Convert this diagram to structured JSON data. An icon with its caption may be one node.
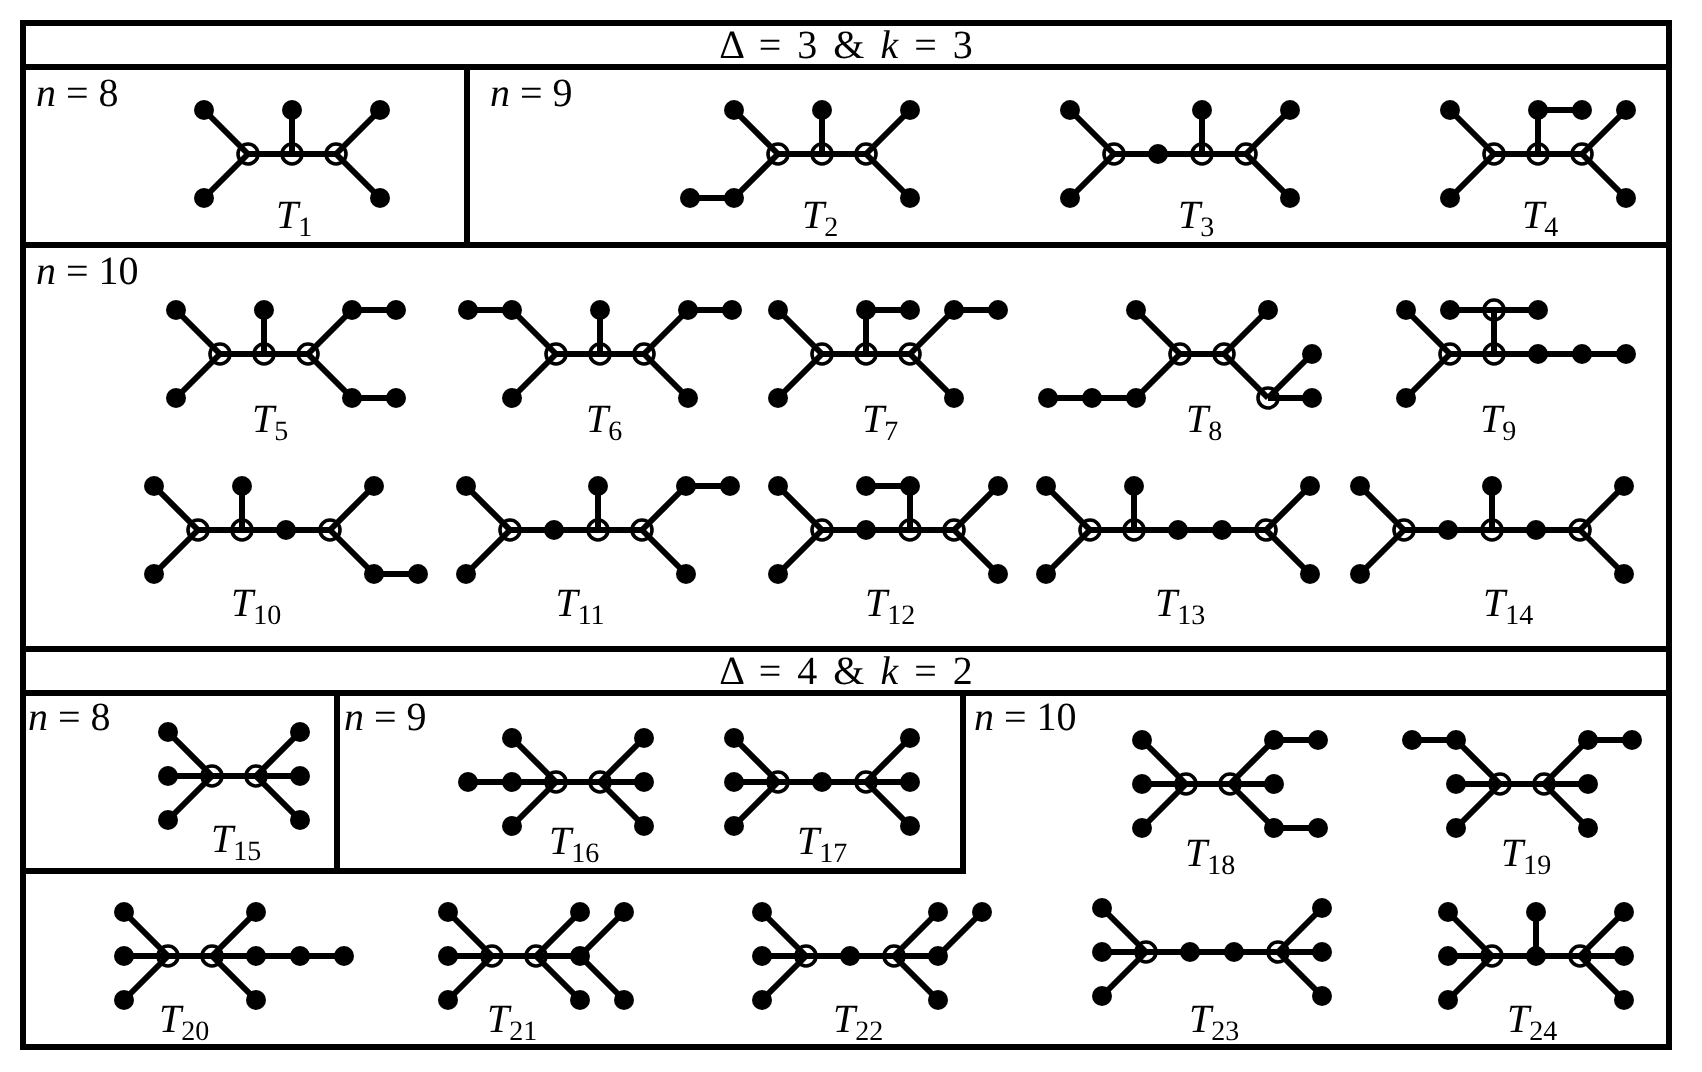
{
  "diagram": {
    "nodes": [
      {
        "text": [
          "Δ = 3 & *k* = 3"
        ]
      },
      {
        "text": [
          "*n* = 8"
        ]
      },
      {
        "text": [
          "*T*$_{1}$"
        ],
        "in": 1
      },
      {
        "text": [
          "*n* = 9"
        ]
      },
      {
        "text": [
          "*T*$_{2}$"
        ],
        "in": 3
      },
      {
        "text": [
          "*T*$_{3}$"
        ],
        "in": 3
      },
      {
        "text": [
          "*T*$_{4}$"
        ],
        "in": 3
      },
      {
        "text": [
          "*n* = 10"
        ]
      },
      {
        "text": [
          "*T*$_{5}$"
        ],
        "in": 7
      },
      {
        "text": [
          "*T*$_{6}$"
        ],
        "in": 7
      },
      {
        "text": [
          "*T*$_{7}$"
        ],
        "in": 7
      },
      {
        "text": [
          "*T*$_{8}$"
        ],
        "in": 7
      },
      {
        "text": [
          "*T*$_{9}$"
        ],
        "in": 7
      },
      {
        "text": [
          "*T*$_{10}$"
        ],
        "in": 7
      },
      {
        "text": [
          "*T*$_{11}$"
        ],
        "in": 7
      },
      {
        "text": [
          "*T*$_{12}$"
        ],
        "in": 7
      },
      {
        "text": [
          "*T*$_{13}$"
        ],
        "in": 7
      },
      {
        "text": [
          "*T*$_{14}$"
        ],
        "in": 7
      },
      {
        "text": [
          "Δ = 4 & *k* = 2"
        ]
      },
      {
        "text": [
          "*n* = 10"
        ]
      },
      {
        "text": [
          "*n* = 8"
        ],
        "in": 19
      },
      {
        "text": [
          "*T*$_{15}$"
        ],
        "in": 20
      },
      {
        "text": [
          "*n* = 9"
        ],
        "in": 19
      },
      {
        "text": [
          "*T*$_{16}$"
        ],
        "in": 22
      },
      {
        "text": [
          "*T*$_{17}$"
        ],
        "in": 22
      },
      {
        "text": [
          "*T*$_{18}$"
        ],
        "in": 19
      },
      {
        "text": [
          "*T*$_{19}$"
        ],
        "in": 19
      },
      {
        "text": [
          "*T*$_{20}$"
        ],
        "in": 19
      },
      {
        "text": [
          "*T*$_{21}$"
        ],
        "in": 19
      },
      {
        "text": [
          "*T*$_{22}$"
        ],
        "in": 19
      },
      {
        "text": [
          "*T*$_{23}$"
        ],
        "in": 19
      },
      {
        "text": [
          "*T*$_{24}$"
        ],
        "in": 19
      }
    ]
  }
}
